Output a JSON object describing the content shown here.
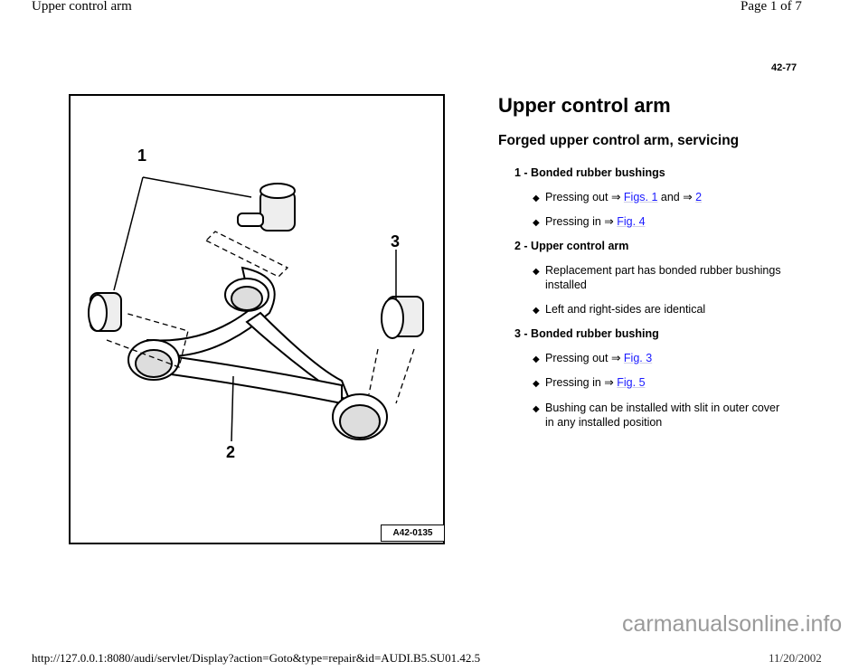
{
  "header": {
    "title": "Upper control arm",
    "page": "Page 1 of 7",
    "page_number": "42-77"
  },
  "figure": {
    "label": "A42-0135",
    "callouts": [
      "1",
      "2",
      "3"
    ]
  },
  "main": {
    "title": "Upper control arm",
    "subtitle": "Forged upper control arm, servicing",
    "sections": [
      {
        "heading": "1 - Bonded rubber bushings",
        "items": [
          {
            "pre": "Pressing out ⇒ ",
            "link1": "Figs. 1",
            "mid": " and ⇒ ",
            "link2": "2"
          },
          {
            "pre": "Pressing in ⇒ ",
            "link1": "Fig. 4"
          }
        ]
      },
      {
        "heading": "2 - Upper control arm",
        "items": [
          {
            "pre": "Replacement part has bonded rubber bushings installed"
          },
          {
            "pre": "Left and right-sides are identical"
          }
        ]
      },
      {
        "heading": "3 - Bonded rubber bushing",
        "items": [
          {
            "pre": "Pressing out ⇒ ",
            "link1": "Fig. 3"
          },
          {
            "pre": "Pressing in ⇒ ",
            "link1": "Fig. 5"
          },
          {
            "pre": "Bushing can be installed with slit in outer cover in any installed position"
          }
        ]
      }
    ]
  },
  "footer": {
    "url": "http://127.0.0.1:8080/audi/servlet/Display?action=Goto&type=repair&id=AUDI.B5.SU01.42.5",
    "date": "11/20/2002",
    "watermark": "carmanualsonline.info"
  }
}
